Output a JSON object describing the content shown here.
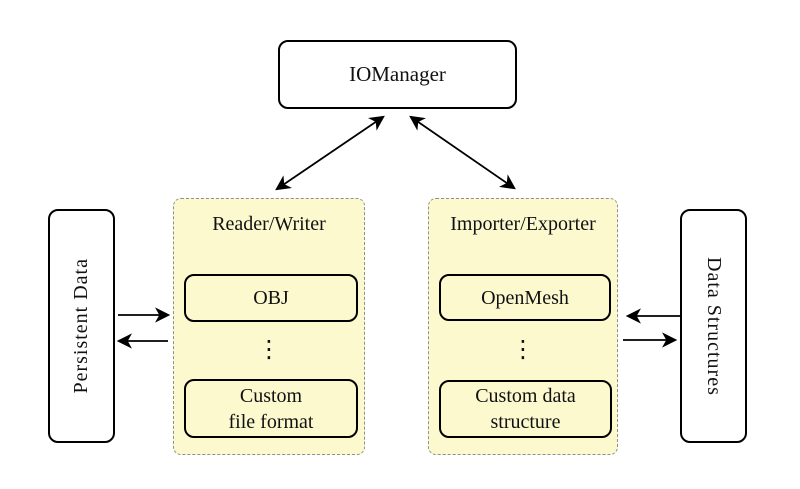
{
  "diagram": {
    "title_box": {
      "label": "IOManager"
    },
    "left_side_box": {
      "label": "Persistent Data"
    },
    "right_side_box": {
      "label": "Data Structures"
    },
    "reader_writer_panel": {
      "title": "Reader/Writer",
      "top_item": {
        "label": "OBJ"
      },
      "ellipsis": "⋮",
      "bottom_item": {
        "line1": "Custom",
        "line2": "file format"
      }
    },
    "importer_exporter_panel": {
      "title": "Importer/Exporter",
      "top_item": {
        "label": "OpenMesh"
      },
      "ellipsis": "⋮",
      "bottom_item": {
        "line1": "Custom data",
        "line2": "structure"
      }
    },
    "arrows": [
      {
        "name": "iomanager-readerwriter",
        "direction": "bidirectional"
      },
      {
        "name": "iomanager-importerexporter",
        "direction": "bidirectional"
      },
      {
        "name": "persistentdata-to-readerwriter",
        "direction": "right"
      },
      {
        "name": "readerwriter-to-persistentdata",
        "direction": "left"
      },
      {
        "name": "datastructures-to-importerexporter",
        "direction": "left"
      },
      {
        "name": "importerexporter-to-datastructures",
        "direction": "right"
      }
    ]
  },
  "colors": {
    "panel_fill": "#FCF9CF",
    "panel_border": "#8F8F8F",
    "box_border": "#000000",
    "box_fill": "#FFFFFF",
    "arrow_color": "#000000",
    "text_color": "#111111",
    "background": "#FFFFFF"
  }
}
